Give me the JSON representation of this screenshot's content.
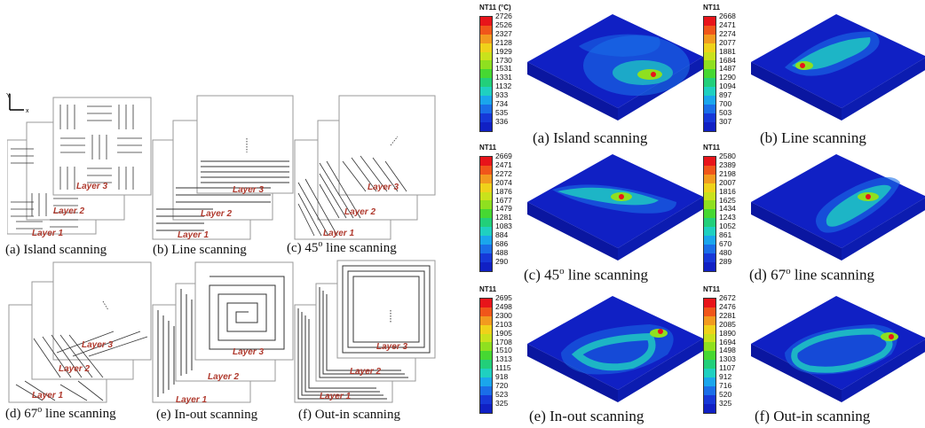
{
  "left": {
    "axis": {
      "y": "Y",
      "x": "x"
    },
    "captions": [
      {
        "id": "a",
        "text": "(a) Island scanning"
      },
      {
        "id": "b",
        "text": "(b) Line scanning"
      },
      {
        "id": "c",
        "pre": "(c) 45",
        "sup": "o",
        "post": " line scanning"
      },
      {
        "id": "d",
        "pre": "(d) 67",
        "sup": "o",
        "post": " line scanning"
      },
      {
        "id": "e",
        "text": "(e) In-out scanning"
      },
      {
        "id": "f",
        "text": "(f) Out-in scanning"
      }
    ],
    "layer_labels": [
      "Layer 1",
      "Layer 2",
      "Layer 3"
    ]
  },
  "right": {
    "captions": [
      {
        "id": "ra",
        "text": "(a) Island scanning"
      },
      {
        "id": "rb",
        "text": "(b) Line scanning"
      },
      {
        "id": "rc",
        "pre": "(c) 45",
        "sup": "o",
        "post": " line scanning"
      },
      {
        "id": "rd",
        "pre": "(d) 67",
        "sup": "o",
        "post": " line scanning"
      },
      {
        "id": "re",
        "text": "(e) In-out scanning"
      },
      {
        "id": "rf",
        "text": "(f) Out-in scanning"
      }
    ],
    "legends": [
      {
        "title": "NT11 (°C)",
        "values": [
          "2726",
          "2526",
          "2327",
          "2128",
          "1929",
          "1730",
          "1531",
          "1331",
          "1132",
          "933",
          "734",
          "535",
          "336"
        ]
      },
      {
        "title": "NT11",
        "values": [
          "2668",
          "2471",
          "2274",
          "2077",
          "1881",
          "1684",
          "1487",
          "1290",
          "1094",
          "897",
          "700",
          "503",
          "307"
        ]
      },
      {
        "title": "NT11",
        "values": [
          "2669",
          "2471",
          "2272",
          "2074",
          "1876",
          "1677",
          "1479",
          "1281",
          "1083",
          "884",
          "686",
          "488",
          "290"
        ]
      },
      {
        "title": "NT11",
        "values": [
          "2580",
          "2389",
          "2198",
          "2007",
          "1816",
          "1625",
          "1434",
          "1243",
          "1052",
          "861",
          "670",
          "480",
          "289"
        ]
      },
      {
        "title": "NT11",
        "values": [
          "2695",
          "2498",
          "2300",
          "2103",
          "1905",
          "1708",
          "1510",
          "1313",
          "1115",
          "918",
          "720",
          "523",
          "325"
        ]
      },
      {
        "title": "NT11",
        "values": [
          "2672",
          "2476",
          "2281",
          "2085",
          "1890",
          "1694",
          "1498",
          "1303",
          "1107",
          "912",
          "716",
          "520",
          "325"
        ]
      }
    ],
    "palette": [
      "#e8141a",
      "#f0561a",
      "#f29a1f",
      "#efd21a",
      "#c9e21c",
      "#8fe01f",
      "#46d832",
      "#22cf7a",
      "#1fd0c0",
      "#1aa6ec",
      "#1a6ee8",
      "#1638d8",
      "#1020c4"
    ]
  }
}
